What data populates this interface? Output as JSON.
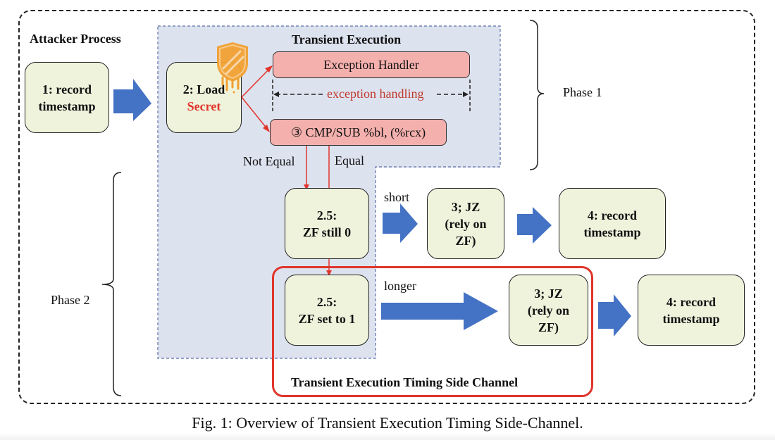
{
  "figure": {
    "attacker_process_label": "Attacker Process",
    "transient_execution_label": "Transient Execution",
    "phase1_label": "Phase 1",
    "phase2_label": "Phase 2",
    "side_channel_label": "Transient Execution Timing Side Channel",
    "caption": "Fig. 1: Overview of Transient Execution Timing Side-Channel."
  },
  "nodes": {
    "record1": "1: record timestamp",
    "load_line1": "2: Load",
    "load_line2": "Secret",
    "exception_handler": "Exception Handler",
    "exception_handling": "exception handling",
    "cmp_sub": "③ CMP/SUB %bl, (%rcx)",
    "zf_still_line1": "2.5:",
    "zf_still_line2": "ZF still 0",
    "zf_set_line1": "2.5:",
    "zf_set_line2": "ZF set to 1",
    "jz_a_line1": "3; JZ",
    "jz_a_line2": "(rely on",
    "jz_a_line3": "ZF)",
    "jz_b_line1": "3; JZ",
    "jz_b_line2": "(rely on",
    "jz_b_line3": "ZF)",
    "record4a_line1": "4: record",
    "record4a_line2": "timestamp",
    "record4b_line1": "4: record",
    "record4b_line2": "timestamp",
    "record1_line1": "1: record",
    "record1_line2": "timestamp"
  },
  "edges": {
    "not_equal": "Not Equal",
    "equal": "Equal",
    "short": "short",
    "longer": "longer"
  },
  "colors": {
    "node_fill": "#f0f3dc",
    "exception_fill": "#f4b0ad",
    "transient_bg": "#dde2ef",
    "arrow_blue": "#4472c4",
    "accent_red": "#e0352b",
    "meltdown_orange": "#f0a030"
  }
}
